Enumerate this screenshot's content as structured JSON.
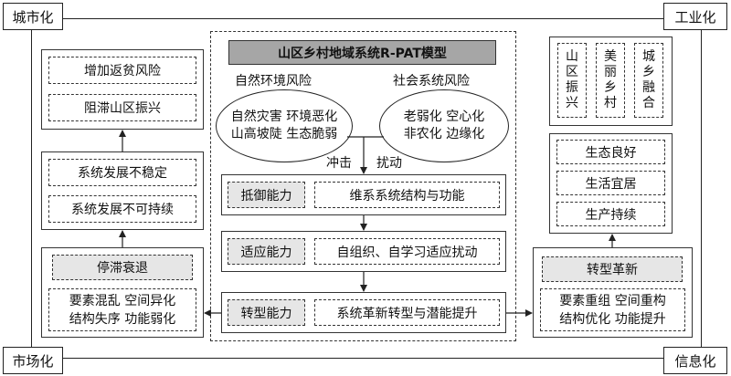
{
  "corners": {
    "top_left": "城市化",
    "top_right": "工业化",
    "bottom_left": "市场化",
    "bottom_right": "信息化"
  },
  "center": {
    "title": "山区乡村地域系统R-PAT模型",
    "natural_risk": {
      "label": "自然环境风险",
      "lines": [
        "自然灾害 环境恶化",
        "山高坡陡 生态脆弱"
      ]
    },
    "social_risk": {
      "label": "社会系统风险",
      "lines": [
        "老弱化 空心化",
        "非农化 边缘化"
      ]
    },
    "impact_label": "冲击",
    "disturb_label": "扰动",
    "capacities": [
      {
        "name": "抵御能力",
        "desc": "维系系统结构与功能"
      },
      {
        "name": "适应能力",
        "desc": "自组织、自学习适应扰动"
      },
      {
        "name": "转型能力",
        "desc": "系统革新转型与潜能提升"
      }
    ]
  },
  "left": {
    "top_items": [
      "增加返贫风险",
      "阻滞山区振兴"
    ],
    "middle_items": [
      "系统发展不稳定",
      "系统发展不可持续"
    ],
    "state": "停滞衰退",
    "state_detail": [
      "要素混乱 空间异化",
      "结构失序 功能弱化"
    ]
  },
  "right": {
    "goals": [
      "山区振兴",
      "美丽乡村",
      "城乡融合"
    ],
    "outcomes": [
      "生态良好",
      "生活宜居",
      "生产持续"
    ],
    "state": "转型革新",
    "state_detail": [
      "要素重组 空间重构",
      "结构优化 功能提升"
    ]
  }
}
